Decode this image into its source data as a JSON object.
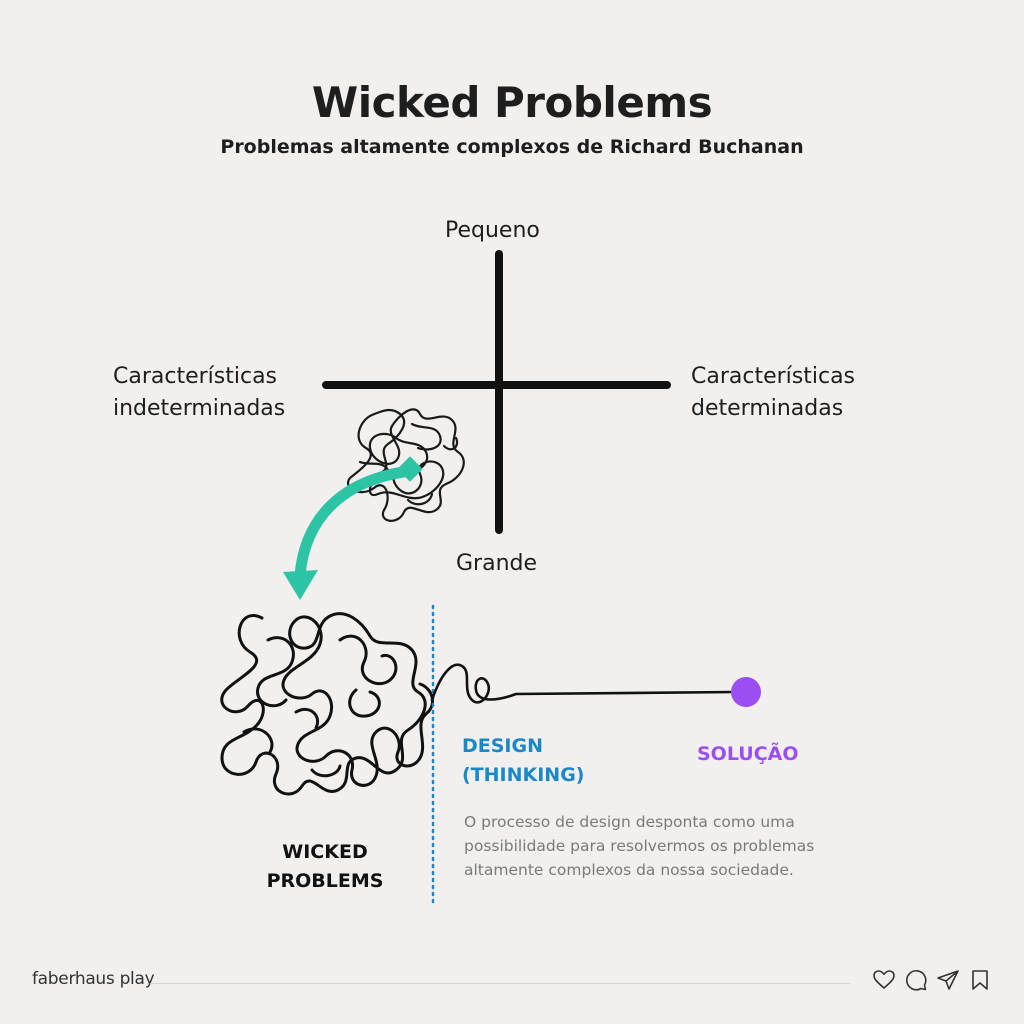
{
  "header": {
    "title": "Wicked Problems",
    "subtitle": "Problemas altamente complexos de Richard Buchanan"
  },
  "axes": {
    "top": "Pequeno",
    "bottom": "Grande",
    "left": "Características indeterminadas",
    "right": "Características determinadas"
  },
  "stages": {
    "wicked": "WICKED PROBLEMS",
    "design": "DESIGN (THINKING)",
    "solution": "SOLUÇÃO"
  },
  "description": "O processo de design desponta como uma possibilidade para resolvermos os problemas altamente complexos da nossa sociedade.",
  "footer": {
    "brand": "faberhaus play",
    "icons": [
      "heart-icon",
      "comment-icon",
      "send-icon",
      "bookmark-icon"
    ]
  },
  "colors": {
    "background": "#f1f0ee",
    "arrow": "#2cc4a4",
    "design": "#1a87c9",
    "solution": "#9b4ff2"
  }
}
